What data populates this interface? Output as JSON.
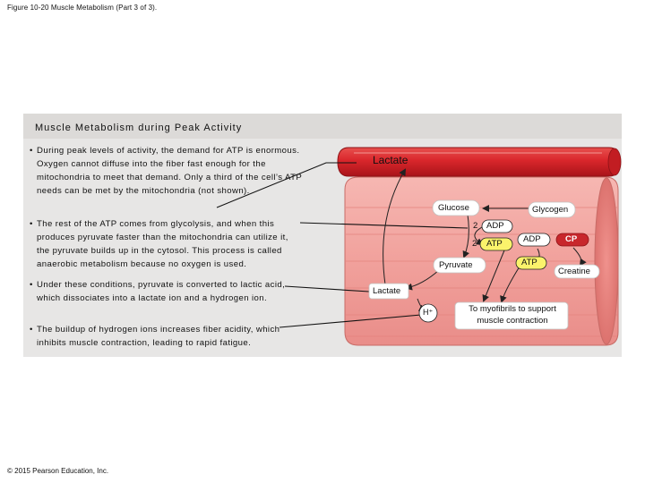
{
  "figure_title": "Figure 10-20 Muscle Metabolism (Part 3 of 3).",
  "panel_title": "Muscle Metabolism during Peak Activity",
  "bullets": [
    "During peak levels of activity, the demand for ATP is enormous. Oxygen cannot diffuse into the fiber fast enough for the mitochondria to meet that demand. Only a third of the cell’s ATP needs can be met by the mitochondria (not shown).",
    "The rest of the ATP comes from glycolysis, and when this produces pyruvate faster than the mitochondria can utilize it, the pyruvate builds up in the cytosol. This process is called anaerobic metabolism because no oxygen is used.",
    "Under these conditions, pyruvate is converted to lactic acid, which dissociates into a lactate ion and a hydrogen ion.",
    "The buildup of hydrogen ions increases fiber acidity, which inhibits muscle contraction, leading to rapid fatigue."
  ],
  "bullet_marker": "•",
  "diagram": {
    "blood_lactate": "Lactate",
    "glucose": "Glucose",
    "glycogen": "Glycogen",
    "adp_count": "2",
    "adp": "ADP",
    "atp_count": "2",
    "atp": "ATP",
    "pyruvate": "Pyruvate",
    "adp_right": "ADP",
    "cp": "CP",
    "atp_right": "ATP",
    "creatine": "Creatine",
    "lactate": "Lactate",
    "hydrogen_ion": "H⁺",
    "to_myofibrils": "To myofibrils to support muscle contraction"
  },
  "copyright": "© 2015 Pearson Education, Inc.",
  "colors": {
    "vessel": "#d9262b",
    "fiber": "#f3a7a2",
    "panel_bg": "#e7e6e5",
    "panel_header": "#dcdad8",
    "cp_badge": "#c8272c"
  }
}
